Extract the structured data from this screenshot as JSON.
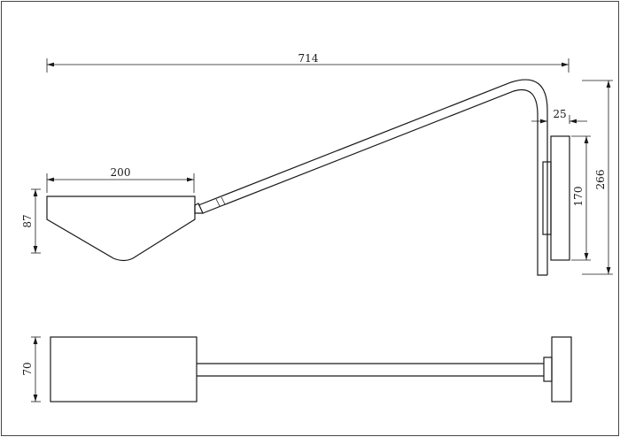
{
  "drawing": {
    "title": "",
    "units": "",
    "line_color": "#1a1a1a",
    "background": "#ffffff",
    "dimensions": {
      "overall_length": "714",
      "shade_width": "200",
      "shade_height": "87",
      "wall_offset": "25",
      "backplate_height": "170",
      "overall_height": "266",
      "top_view_depth": "70"
    },
    "views": [
      "side-view",
      "top-view"
    ]
  }
}
